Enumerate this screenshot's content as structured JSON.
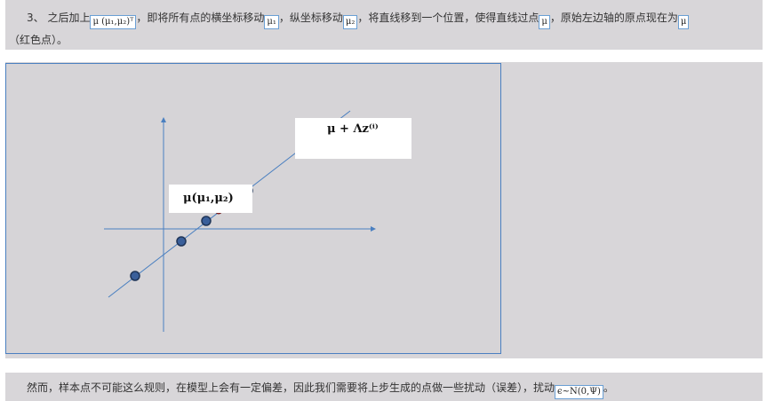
{
  "paragraph1": {
    "prefix": "3、  之后加上",
    "mu_vec": "μ (μ₁,μ₂)ᵀ",
    "mid1": "，即将所有点的横坐标移动",
    "mu1": "μ₁",
    "mid2": "，纵坐标移动",
    "mu2": "μ₂",
    "mid3": "，将直线移到一个位置，使得直线过点",
    "mu_a": "μ",
    "mid4": "，原始左边轴的原点现在为",
    "mu_b": "μ",
    "line2": "（红色点）。"
  },
  "figure": {
    "label_mean": "μ(μ₁,μ₂)",
    "label_proj": "μ + Λz⁽ⁱ⁾",
    "colors": {
      "line": "#4a7fc0",
      "point_fill": "#3a5f9a",
      "point_stroke": "#1f3558",
      "center": "#b03030"
    }
  },
  "paragraph2": {
    "text": "然而，样本点不可能这么规则，在模型上会有一定偏差，因此我们需要将上步生成的点做一些扰动（误差），扰动",
    "noise": "ϵ~N(0,Ψ)",
    "end": "。"
  }
}
